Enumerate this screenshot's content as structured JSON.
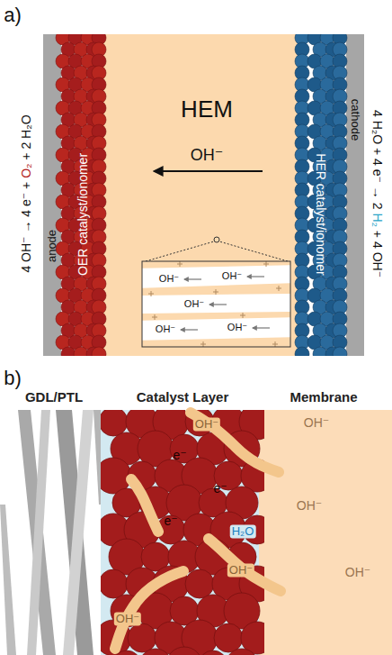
{
  "diagram": {
    "nodes": [
      {
        "text": [
          "anode"
        ]
      },
      {
        "text": [
          "OER catalyst/ionomer"
        ]
      },
      {
        "text": [
          "HEM",
          "OH⁻"
        ]
      },
      {
        "text": [
          "OH⁻",
          "OH⁻",
          "OH⁻",
          "OH⁻",
          "OH⁻"
        ],
        "in": 2
      },
      {
        "text": [
          "HER catalyst/ionomer"
        ]
      },
      {
        "text": [
          "cathode"
        ]
      },
      {
        "text": [
          "GDL/PTL"
        ]
      },
      {
        "text": [
          "Catalyst Layer",
          "OH⁻",
          "e⁻",
          "e⁻",
          "H₂O",
          "e⁻",
          "OH⁻",
          "OH⁻"
        ]
      },
      {
        "text": [
          "Membrane",
          "OH⁻",
          "OH⁻",
          "OH⁻"
        ]
      }
    ],
    "labels": [
      "a)",
      "4 OH⁻ → 4 e⁻ + O₂ + 2 H₂O",
      "4 H₂O + 4 e⁻ → 2 H₂ + 4 OH⁻",
      "b)"
    ]
  }
}
